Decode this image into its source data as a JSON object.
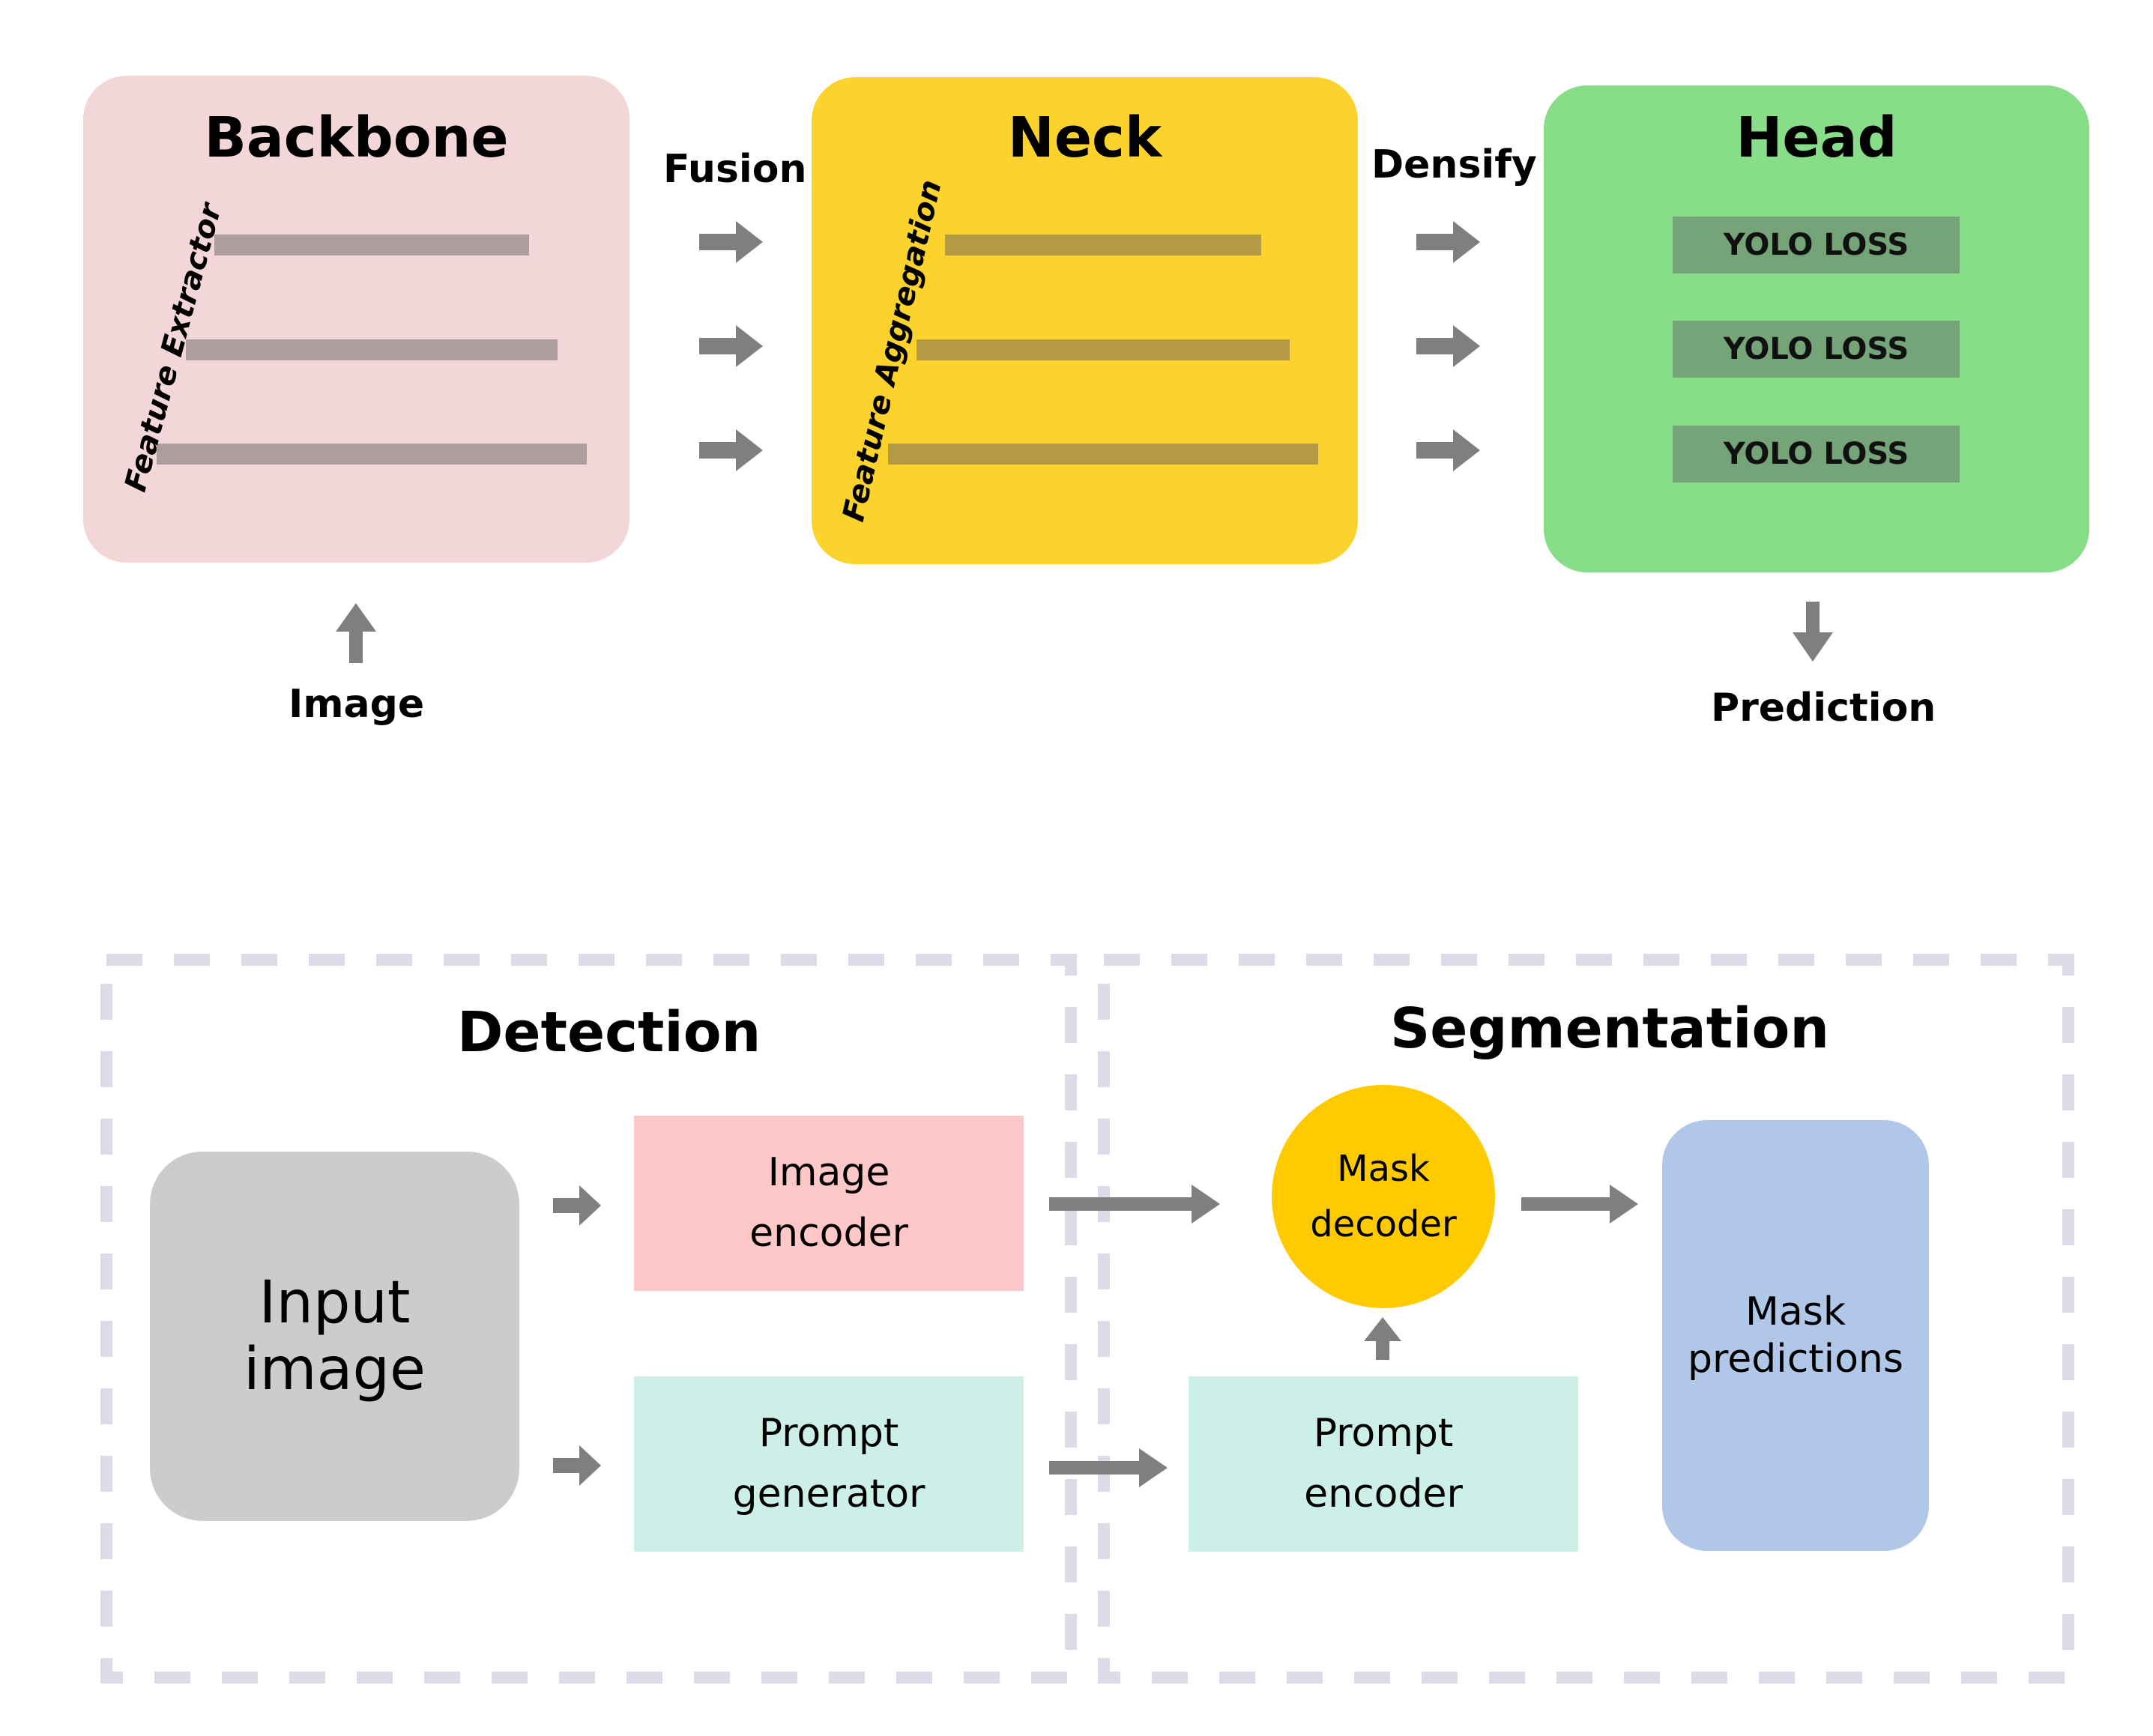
{
  "colors": {
    "backbone": "#F3D6D7",
    "neck": "#FCD32D",
    "head": "#88DD88",
    "backbone_bar": "#AC9D9E",
    "neck_bar": "#B59A45",
    "yolo_loss": "#74A477",
    "arrow": "#7F7F7F",
    "input_image": "#CCCCCC",
    "image_encoder": "#FEC7C8",
    "prompt_box": "#CCF0E7",
    "mask_decoder": "#FFCB00",
    "mask_predictions": "#B0C7E7",
    "dashed_border": "#DCDCE8"
  },
  "top": {
    "backbone": {
      "title": "Backbone",
      "side_label": "Feature Extractor"
    },
    "neck": {
      "title": "Neck",
      "side_label": "Feature Aggregation"
    },
    "head": {
      "title": "Head",
      "losses": [
        "YOLO LOSS",
        "YOLO LOSS",
        "YOLO LOSS"
      ]
    },
    "fusion_label": "Fusion",
    "densify_label": "Densify",
    "input_label": "Image",
    "output_label": "Prediction"
  },
  "bottom": {
    "detection": {
      "title": "Detection",
      "input_image": [
        "Input",
        "image"
      ],
      "image_encoder": [
        "Image",
        "encoder"
      ],
      "prompt_generator": [
        "Prompt",
        "generator"
      ]
    },
    "segmentation": {
      "title": "Segmentation",
      "mask_decoder": [
        "Mask",
        "decoder"
      ],
      "prompt_encoder": [
        "Prompt",
        "encoder"
      ],
      "mask_predictions": [
        "Mask",
        "predictions"
      ]
    }
  }
}
